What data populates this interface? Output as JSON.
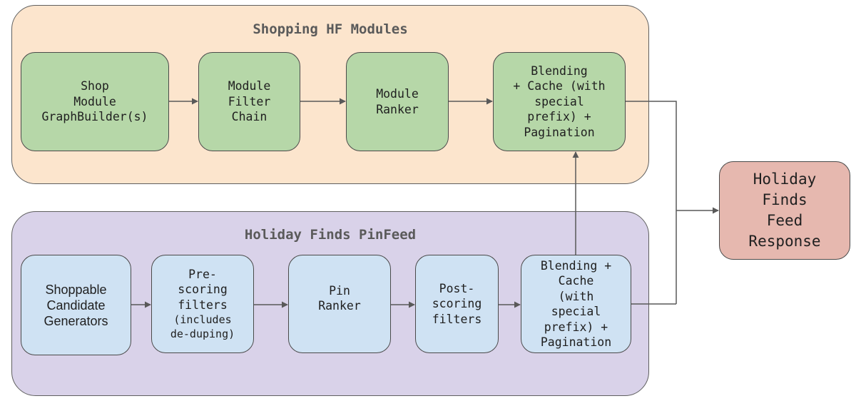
{
  "colors": {
    "shopping_group_fill": "#fce5cd",
    "pinfeed_group_fill": "#d9d2e9",
    "shopping_node_fill": "#b6d7a8",
    "pinfeed_node_fill": "#cfe2f3",
    "response_node_fill": "#e6b8af",
    "arrow": "#595959"
  },
  "groups": {
    "shopping": {
      "title": "Shopping HF Modules"
    },
    "pinfeed": {
      "title": "Holiday Finds PinFeed"
    }
  },
  "nodes": {
    "shop_graphbuilder": "Shop\nModule\nGraphBuilder(s)",
    "module_filter_chain": "Module\nFilter\nChain",
    "module_ranker": "Module\nRanker",
    "shopping_blending": "Blending\n+ Cache (with\nspecial\nprefix) +\nPagination",
    "candidate_generators": "Shoppable\nCandidate\nGenerators",
    "prescoring_filters": "Pre-\nscoring\nfilters",
    "prescoring_note": "(includes\nde-duping)",
    "pin_ranker": "Pin\nRanker",
    "postscoring_filters": "Post-\nscoring\nfilters",
    "pinfeed_blending": "Blending +\nCache\n(with\nspecial\nprefix) +\nPagination",
    "response": "Holiday\nFinds\n Feed\nResponse"
  },
  "edges": [
    {
      "from": "shop_graphbuilder",
      "to": "module_filter_chain"
    },
    {
      "from": "module_filter_chain",
      "to": "module_ranker"
    },
    {
      "from": "module_ranker",
      "to": "shopping_blending"
    },
    {
      "from": "shopping_blending",
      "to": "response"
    },
    {
      "from": "candidate_generators",
      "to": "prescoring_filters"
    },
    {
      "from": "prescoring_filters",
      "to": "pin_ranker"
    },
    {
      "from": "pin_ranker",
      "to": "postscoring_filters"
    },
    {
      "from": "postscoring_filters",
      "to": "pinfeed_blending"
    },
    {
      "from": "pinfeed_blending",
      "to": "shopping_blending"
    },
    {
      "from": "pinfeed_blending",
      "to": "response"
    }
  ]
}
